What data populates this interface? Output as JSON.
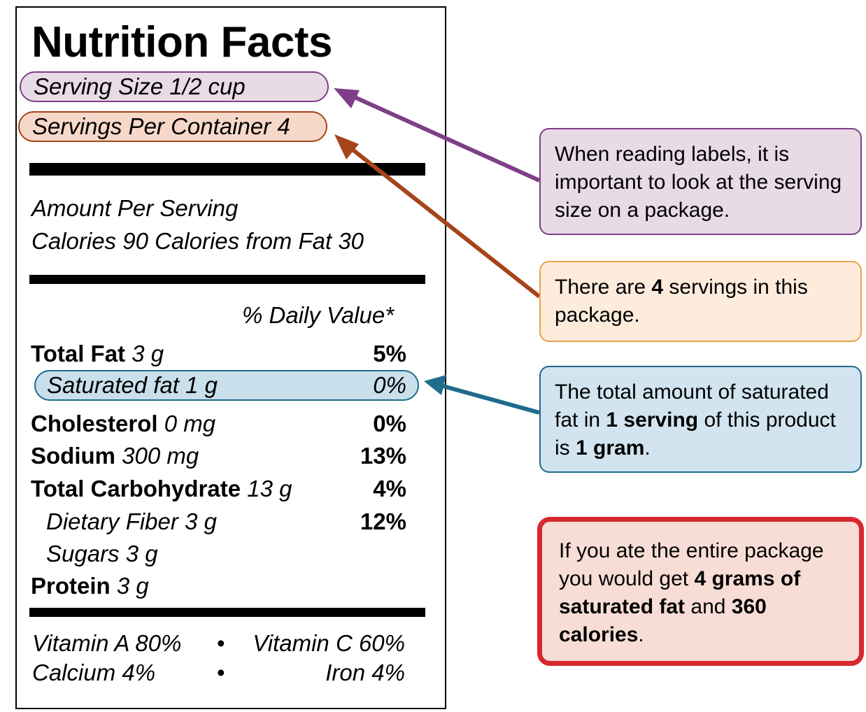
{
  "label": {
    "title": "Nutrition Facts",
    "serving_size": "Serving Size 1/2 cup",
    "servings_per_container": "Servings Per Container 4",
    "amount_per_serving": "Amount Per Serving",
    "calories_line": "Calories 90 Calories from Fat 30",
    "daily_value_header": "% Daily Value*",
    "nutrients": [
      {
        "name": "Total Fat",
        "amount": "3 g",
        "percent": "5%"
      },
      {
        "name": "Saturated fat",
        "amount": "1 g",
        "percent": "0%"
      },
      {
        "name": "Cholesterol",
        "amount": "0 mg",
        "percent": "0%"
      },
      {
        "name": "Sodium",
        "amount": "300 mg",
        "percent": "13%"
      },
      {
        "name": "Total Carbohydrate",
        "amount": "13 g",
        "percent": "4%"
      },
      {
        "name": "Dietary Fiber",
        "amount": "3 g",
        "percent": "12%"
      },
      {
        "name": "Sugars",
        "amount": "3 g",
        "percent": ""
      },
      {
        "name": "Protein",
        "amount": "3 g",
        "percent": ""
      }
    ],
    "vitamins": {
      "vitamin_a": "Vitamin A 80%",
      "vitamin_c": "Vitamin C 60%",
      "calcium": "Calcium 4%",
      "iron": "Iron 4%",
      "bullet": "•"
    }
  },
  "notes": {
    "serving_size": {
      "text": "When reading labels, it is important to look at the serving size on a package."
    },
    "servings": {
      "pre": "There are ",
      "bold": "4",
      "post": " servings in this package."
    },
    "saturated_fat": {
      "pre": "The total amount of saturated fat in ",
      "bold1": "1 serving",
      "mid": " of this product is ",
      "bold2": "1 gram",
      "post": "."
    },
    "entire_package": {
      "pre": "If you ate the entire package you would get ",
      "bold1": "4 grams of saturated fat",
      "mid": " and ",
      "bold2": "360 calories",
      "post": "."
    }
  },
  "colors": {
    "purple": "#7e3f86",
    "brown": "#a6441a",
    "blue": "#1f6c8d",
    "orange": "#f0a04b",
    "red": "#d7282e"
  }
}
